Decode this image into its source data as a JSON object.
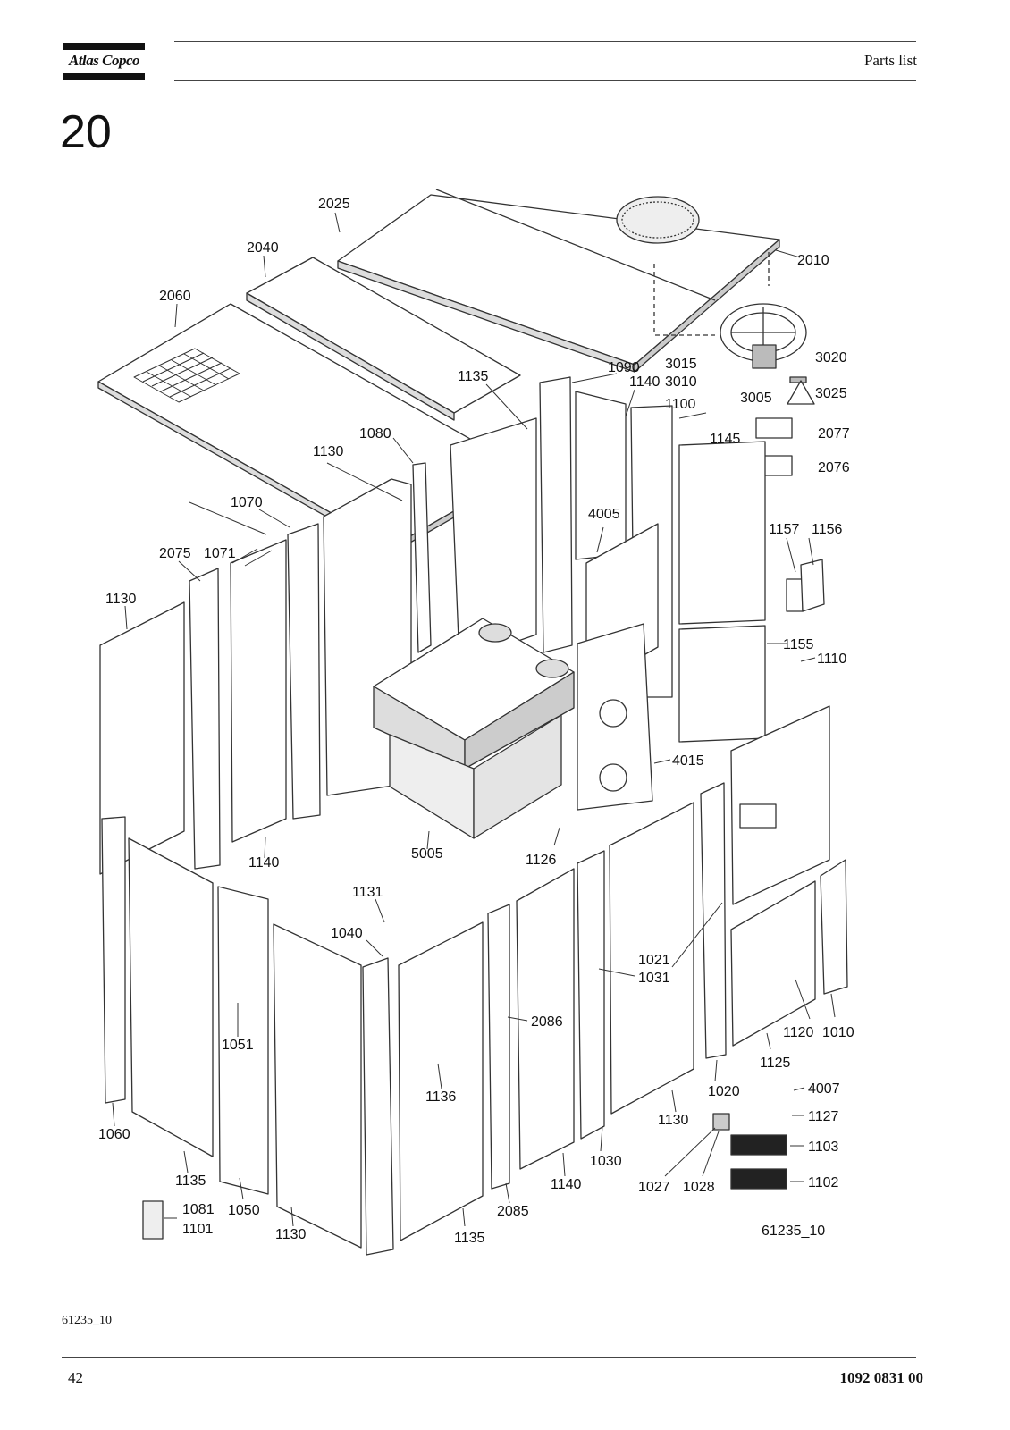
{
  "header": {
    "logo_text": "Atlas Copco",
    "title": "Parts list"
  },
  "section_number": "20",
  "figure": {
    "reference": "61235_10",
    "callouts": [
      "2025",
      "2040",
      "2010",
      "2060",
      "3015",
      "3010",
      "3020",
      "1135",
      "1090",
      "1140",
      "3005",
      "3025",
      "1100",
      "1080",
      "1145",
      "2077",
      "1130",
      "2076",
      "1070",
      "4005",
      "1157",
      "1156",
      "2075",
      "1071",
      "1130",
      "1155",
      "1110",
      "4015",
      "1140",
      "5005",
      "1126",
      "1131",
      "1040",
      "1021",
      "1031",
      "2086",
      "1120",
      "1010",
      "1051",
      "1125",
      "1136",
      "4007",
      "1020",
      "1127",
      "1060",
      "1130",
      "1103",
      "1030",
      "1135",
      "1140",
      "1102",
      "1027",
      "1028",
      "1081",
      "1050",
      "2085",
      "1101",
      "1130",
      "1135",
      "61235_10"
    ]
  },
  "footer": {
    "figure_ref": "61235_10",
    "page_number": "42",
    "document_number": "1092 0831 00"
  }
}
